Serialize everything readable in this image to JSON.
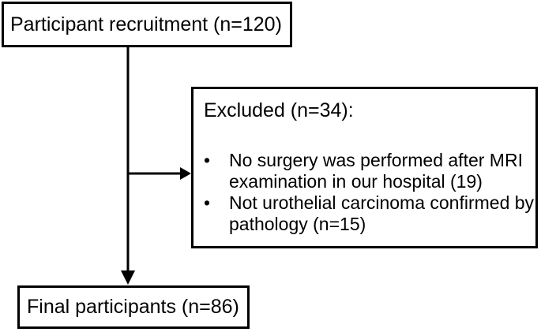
{
  "figure": {
    "background_color": "#ffffff",
    "line_color": "#000000",
    "border_color": "#000000",
    "text_color": "#000000",
    "bullet_glyph": "•",
    "boxes": {
      "recruitment": {
        "label": "Participant recruitment (n=120)"
      },
      "excluded": {
        "title": "Excluded (n=34):",
        "bullets": [
          {
            "text": "No surgery was performed after MRI examination in our hospital (19)",
            "lines": [
              "No surgery was performed after MRI",
              "examination in our hospital (19)"
            ]
          },
          {
            "text": "Not urothelial carcinoma confirmed by pathology (n=15)",
            "lines": [
              "Not urothelial carcinoma confirmed by",
              "pathology (n=15)"
            ]
          }
        ]
      },
      "final": {
        "label": "Final participants (n=86)"
      }
    }
  }
}
